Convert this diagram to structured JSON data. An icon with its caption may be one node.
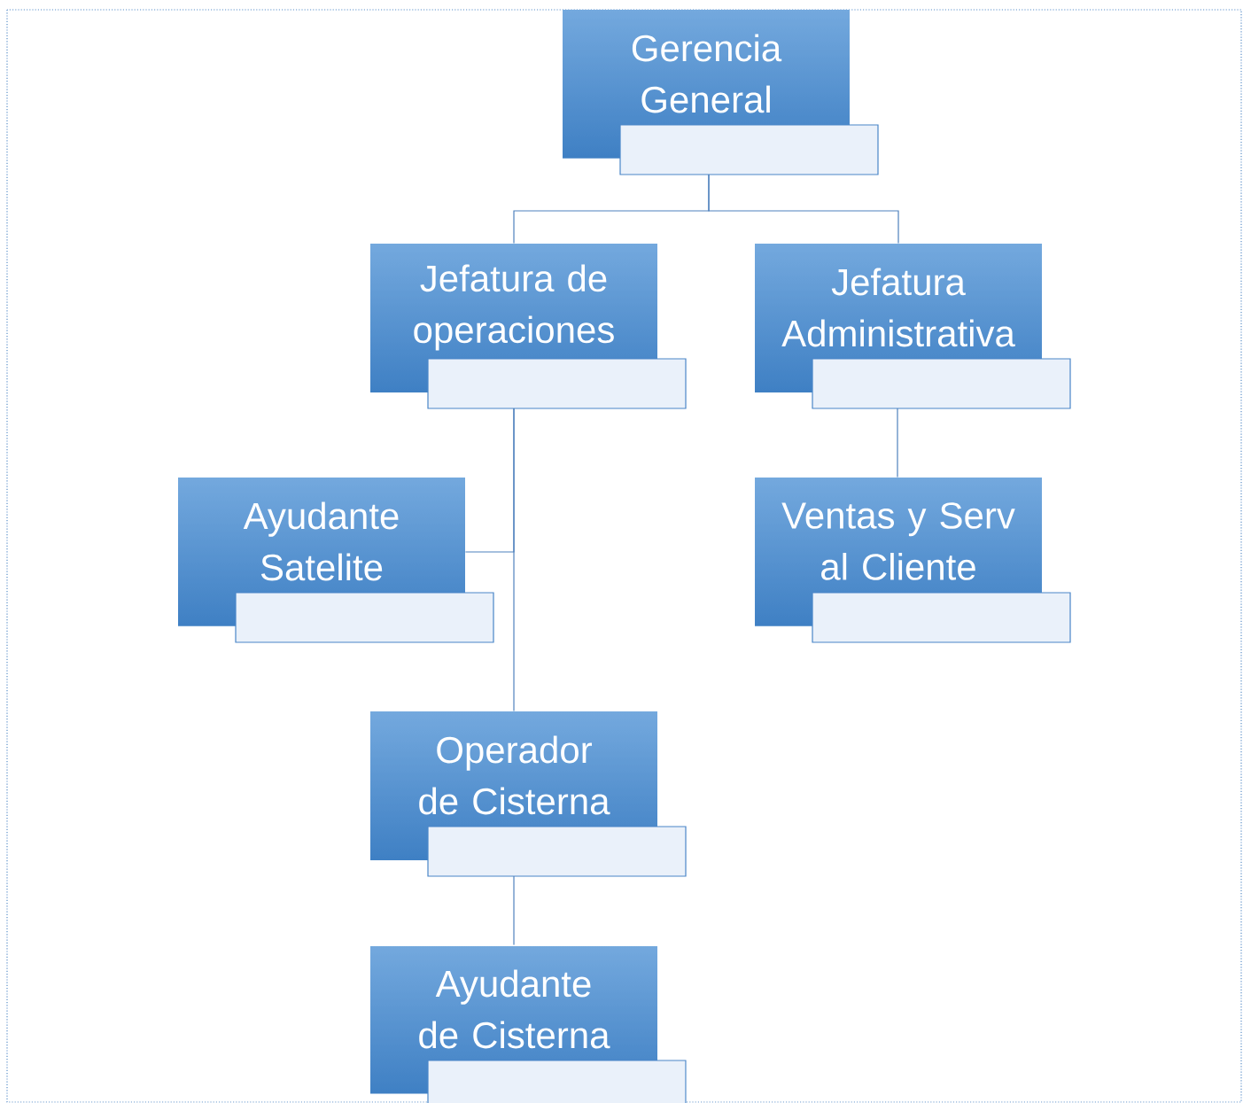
{
  "diagram": {
    "nodes": [
      {
        "text": [
          "Gerencia General"
        ]
      },
      {
        "text": [
          "Jefatura de operaciones"
        ]
      },
      {
        "text": [
          "Jefatura Administrativa"
        ]
      },
      {
        "text": [
          "Ayudante Satelite"
        ]
      },
      {
        "text": [
          "Ventas y Serv al Cliente"
        ]
      },
      {
        "text": [
          "Operador de Cisterna"
        ]
      },
      {
        "text": [
          "Ayudante de Cisterna"
        ]
      }
    ],
    "edges": [
      {
        "from": 0,
        "to": 1,
        "arrow": "none"
      },
      {
        "from": 0,
        "to": 2,
        "arrow": "none"
      },
      {
        "from": 1,
        "to": 3,
        "arrow": "none"
      },
      {
        "from": 1,
        "to": 5,
        "arrow": "none"
      },
      {
        "from": 2,
        "to": 4,
        "arrow": "none"
      },
      {
        "from": 5,
        "to": 6,
        "arrow": "none"
      }
    ]
  }
}
